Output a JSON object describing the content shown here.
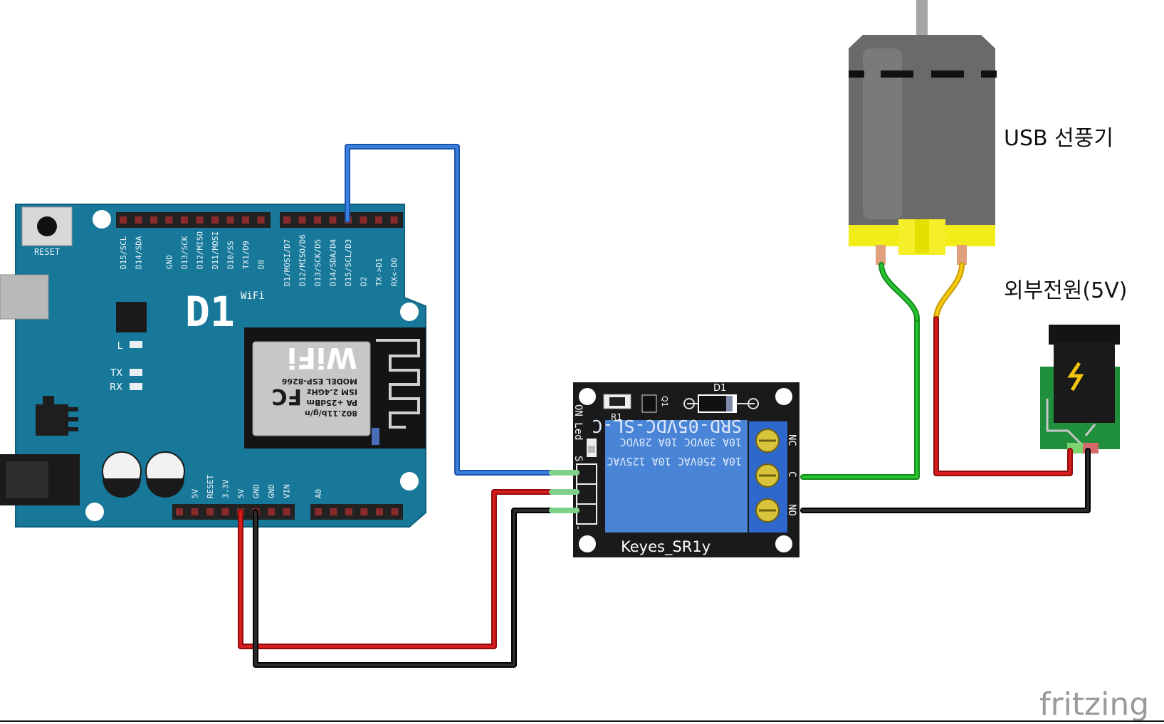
{
  "labels": {
    "fan": "USB 선풍기",
    "power": "외부전원(5V)",
    "brand": "fritzing"
  },
  "board": {
    "reset": "RESET",
    "logo": "D1",
    "logo_sup": "WiFi",
    "led_l": "L",
    "led_tx": "TX",
    "led_rx": "RX",
    "top_pins_left": [
      "D15/SCL",
      "D14/SDA",
      "",
      "GND",
      "D13/SCK",
      "D12/MISO",
      "D11/MOSI",
      "D10/SS",
      "TX1/D9",
      "D8"
    ],
    "top_pins_right": [
      "D1/MOSI/D7",
      "D12/MISO/D6",
      "D13/SCK/D5",
      "D14/SDA/D4",
      "D15/SCL/D3",
      "D2",
      "TX->D1",
      "RX<-D0"
    ],
    "bottom_pins": [
      "",
      "5V",
      "RESET",
      "3.3V",
      "5V",
      "GND",
      "GND",
      "VIN"
    ],
    "bottom_pins_right": [
      "A0"
    ],
    "module": {
      "model": "MODEL  ESP-8266",
      "ism": "ISM 2.4GHz",
      "pa": "PA +25dBm",
      "std": "802.11b/g/n",
      "fc": "FC",
      "wifi": "WiFi"
    }
  },
  "relay": {
    "name": "Keyes_SR1y",
    "model": "SRD-05VDC-SL-C",
    "line1": "10A  30VDC  10A  28VDC",
    "line2": "10A 250VAC  10A 125VAC",
    "d1": "D1",
    "r1": "R1",
    "q1": "Q1",
    "on_led": "ON Led",
    "s": "S",
    "minus": "-",
    "nc": "NC",
    "c": "C",
    "no": "NO"
  },
  "colors": {
    "board": "#17789a",
    "relay_pcb": "#1a1a1a",
    "relay_body": "#4a84d6",
    "wire_blue": "#2f6fd0",
    "wire_red": "#c81414",
    "wire_black": "#1c1c1c",
    "wire_green": "#22b82a",
    "wire_yellow": "#f2c40c",
    "motor_body": "#6a6a6a",
    "motor_band": "#f2ec18",
    "jack_pcb": "#1f8f3c"
  }
}
